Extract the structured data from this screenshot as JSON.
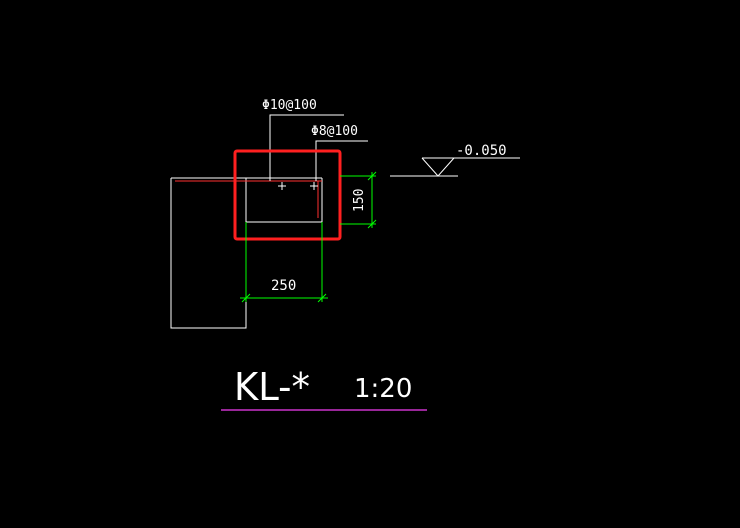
{
  "drawing": {
    "rebar_label_1": "Φ10@100",
    "rebar_label_2": "Φ8@100",
    "elevation_label": "-0.050",
    "dimension_height": "150",
    "dimension_width": "250",
    "title_name": "KL-*",
    "title_scale": "1:20"
  },
  "colors": {
    "background": "#000000",
    "outline": "#ffffff",
    "dimension": "#00ff00",
    "highlight": "#ff2020",
    "rebar_line": "#ff3030",
    "title_underline": "#cc33cc"
  }
}
